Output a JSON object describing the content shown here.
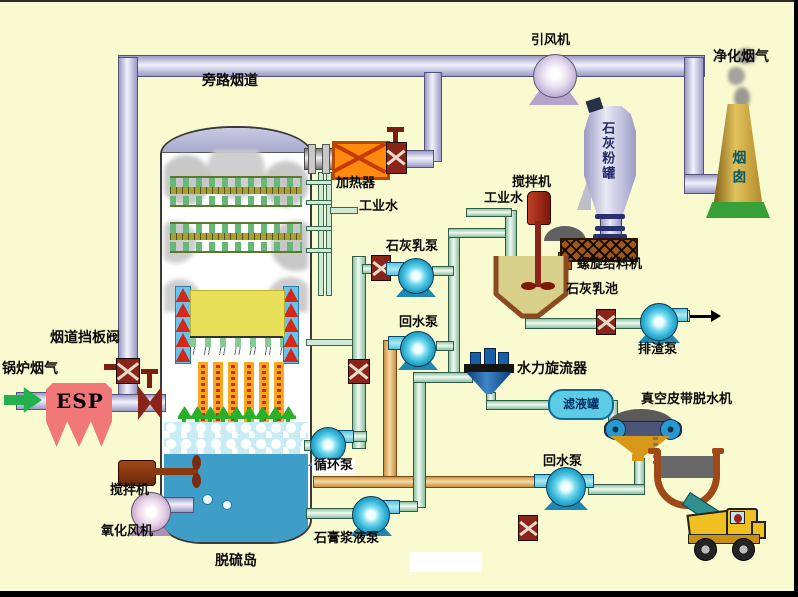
{
  "labels": {
    "bypass_flue": "旁路烟道",
    "id_fan": "引风机",
    "clean_flue_gas": "净化烟气",
    "chimney": "烟囱",
    "lime_powder_silo": "石灰粉罐",
    "heater": "加热器",
    "industrial_water_tower": "工业水",
    "industrial_water_pool": "工业水",
    "pool_agitator": "搅拌机",
    "lime_slurry_pump": "石灰乳泵",
    "screw_feeder": "螺旋给料机",
    "lime_slurry_pool": "石灰乳池",
    "return_pump_upper": "回水泵",
    "slag_pump": "排渣泵",
    "hydrocyclone": "水力旋流器",
    "filtrate_tank": "滤液罐",
    "vacuum_belt_dewaterer": "真空皮带脱水机",
    "flue_damper_valve": "烟道挡板阀",
    "boiler_flue_gas": "锅炉烟气",
    "esp": "ESP",
    "circulation_pump": "循环泵",
    "return_pump_lower": "回水泵",
    "tank_agitator": "搅拌机",
    "oxidation_fan": "氧化风机",
    "gypsum_slurry_pump": "石膏浆液泵",
    "fgd_island": "脱硫岛"
  },
  "colors": {
    "bg": "#FAFAD0",
    "valve_red": "#8B2418",
    "channel_blue": "#68C4EC",
    "chevron_red": "#D42818",
    "foam_cyan": "#C8ECF4",
    "esp_pink": "#F07878",
    "heater_orange": "#FF8A10",
    "flue_arrow_green": "#22B14C",
    "packing_yellow": "#E8E058",
    "slurry_blue": "#3E9EC8",
    "dome_lavender": "#B8B8D8",
    "chimney_gold": "#D8AE4C",
    "base_green": "#38A038",
    "pool_khaki": "#D8D08A",
    "pool_brown": "#8B4A20",
    "feeder_brown": "#A05818",
    "funnel_gold": "#D89818",
    "cyclone_blue": "#1860A8",
    "capsule_cyan": "#5CCCE6",
    "belt_slate": "#4A5578",
    "truck_yellow": "#F0C020"
  }
}
